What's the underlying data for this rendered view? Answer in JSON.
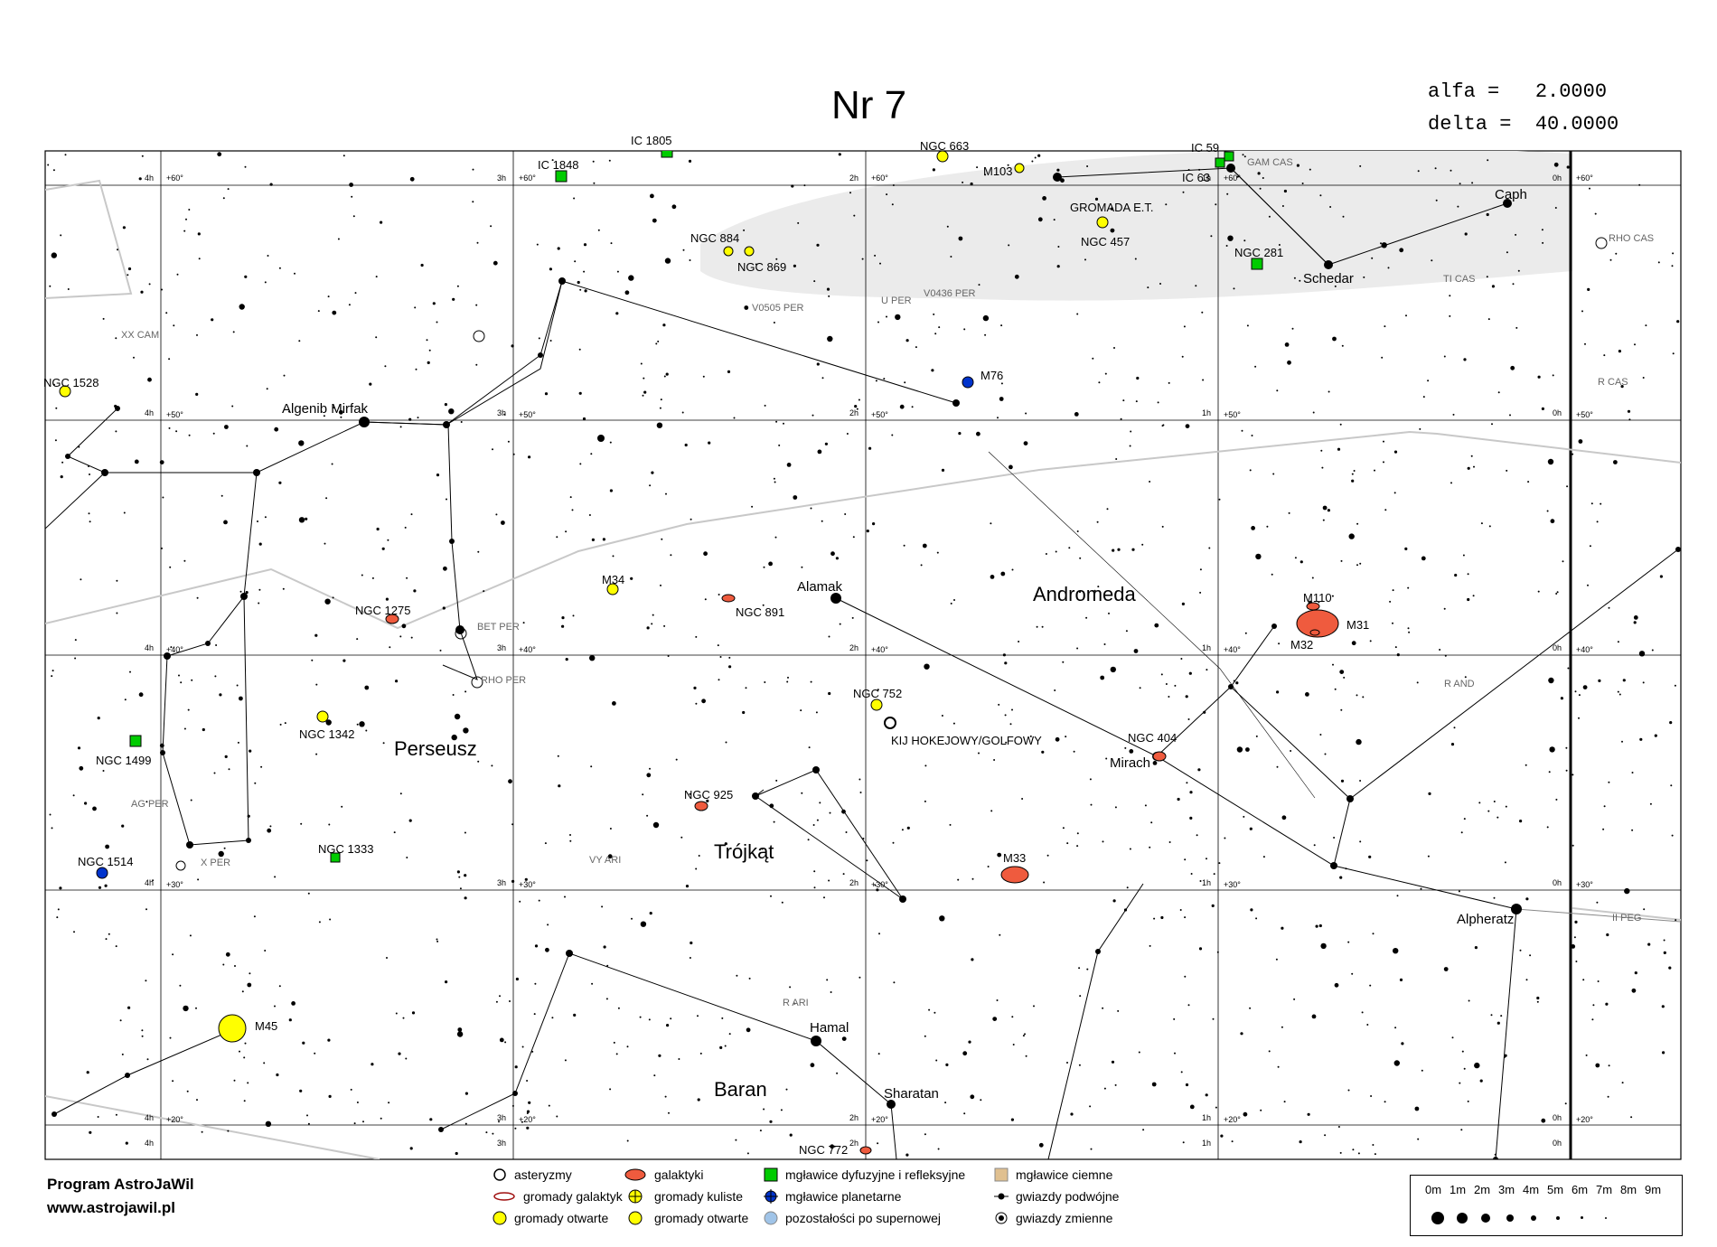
{
  "chart": {
    "title": "Nr 7",
    "coords": [
      {
        "label": "alfa =",
        "value": "2.0000"
      },
      {
        "label": "delta =",
        "value": "40.0000"
      }
    ],
    "constellations": [
      "Andromeda",
      "Perseusz",
      "Trójkąt",
      "Baran"
    ],
    "ra_labels": [
      "4h",
      "3h",
      "2h",
      "1h",
      "0h"
    ],
    "dec_labels": [
      "+60°",
      "+50°",
      "+40°",
      "+30°",
      "+20°"
    ],
    "star_names": [
      "Algenib Mirfak",
      "Alamak",
      "Mirach",
      "Schedar",
      "Caph",
      "Alpheratz",
      "Hamal",
      "Sharatan"
    ],
    "objects": [
      {
        "name": "IC 1805",
        "type": "nebula"
      },
      {
        "name": "IC 1848",
        "type": "nebula"
      },
      {
        "name": "NGC 663",
        "type": "open_cluster"
      },
      {
        "name": "M103",
        "type": "open_cluster"
      },
      {
        "name": "IC 59",
        "type": "nebula"
      },
      {
        "name": "IC 63",
        "type": "nebula"
      },
      {
        "name": "GROMADA E.T.",
        "type": "label"
      },
      {
        "name": "NGC 457",
        "type": "open_cluster"
      },
      {
        "name": "NGC 884",
        "type": "open_cluster"
      },
      {
        "name": "NGC 869",
        "type": "open_cluster"
      },
      {
        "name": "NGC 281",
        "type": "nebula"
      },
      {
        "name": "NGC 1528",
        "type": "open_cluster"
      },
      {
        "name": "M76",
        "type": "planetary"
      },
      {
        "name": "M34",
        "type": "open_cluster"
      },
      {
        "name": "NGC 891",
        "type": "galaxy"
      },
      {
        "name": "NGC 1275",
        "type": "galaxy"
      },
      {
        "name": "M110",
        "type": "galaxy"
      },
      {
        "name": "M31",
        "type": "galaxy"
      },
      {
        "name": "M32",
        "type": "galaxy"
      },
      {
        "name": "NGC 752",
        "type": "open_cluster"
      },
      {
        "name": "KIJ HOKEJOWY/GOLFOWY",
        "type": "asterism"
      },
      {
        "name": "NGC 1342",
        "type": "open_cluster"
      },
      {
        "name": "NGC 1499",
        "type": "nebula"
      },
      {
        "name": "NGC 404",
        "type": "galaxy"
      },
      {
        "name": "NGC 925",
        "type": "galaxy"
      },
      {
        "name": "M33",
        "type": "galaxy"
      },
      {
        "name": "NGC 1514",
        "type": "planetary"
      },
      {
        "name": "NGC 1333",
        "type": "nebula"
      },
      {
        "name": "M45",
        "type": "open_cluster"
      },
      {
        "name": "NGC 772",
        "type": "galaxy"
      }
    ],
    "variables": [
      "XX CAM",
      "BET PER",
      "RHO PER",
      "AG PER",
      "X PER",
      "V0505 PER",
      "U PER",
      "V0436 PER",
      "GAM CAS",
      "TI CAS",
      "RHO CAS",
      "R CAS",
      "R AND",
      "II PEG",
      "VY ARI",
      "R ARI"
    ]
  },
  "footer": {
    "program": "Program AstroJaWil",
    "url": "www.astrojawil.pl"
  },
  "legend": {
    "items": [
      {
        "key": "asterism",
        "label": "asteryzmy"
      },
      {
        "key": "galaxy_cluster",
        "label": "gromady galaktyk"
      },
      {
        "key": "open_cluster",
        "label": "gromady otwarte"
      },
      {
        "key": "galaxy",
        "label": "galaktyki"
      },
      {
        "key": "globular",
        "label": "gromady kuliste"
      },
      {
        "key": "nebula",
        "label": "mgławice dyfuzyjne i refleksyjne"
      },
      {
        "key": "planetary",
        "label": "mgławice planetarne"
      },
      {
        "key": "snr",
        "label": "pozostałości po supernowej"
      },
      {
        "key": "dark",
        "label": "mgławice ciemne"
      },
      {
        "key": "double",
        "label": "gwiazdy podwójne"
      },
      {
        "key": "variable",
        "label": "gwiazdy zmienne"
      }
    ],
    "magnitudes": [
      "0m",
      "1m",
      "2m",
      "3m",
      "4m",
      "5m",
      "6m",
      "7m",
      "8m",
      "9m"
    ]
  },
  "colors": {
    "galaxy": "#ef5b3e",
    "open_cluster": "#ffff00",
    "nebula": "#00cc00",
    "planetary": "#0033cc",
    "snr": "#a0c4e8",
    "dark": "#e0c090",
    "milky_way": "#e8e8e8"
  }
}
